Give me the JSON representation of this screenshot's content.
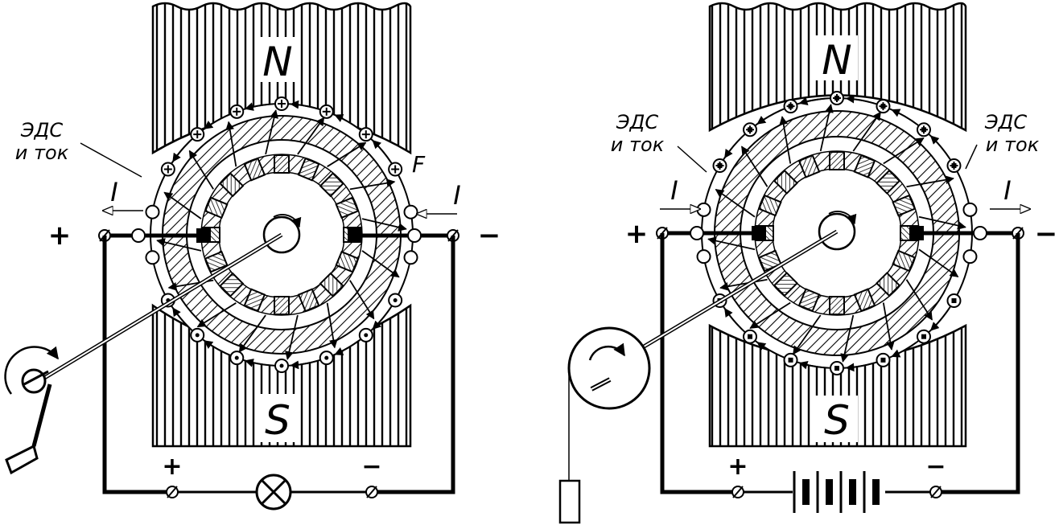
{
  "left_panel": {
    "pole_north": "N",
    "pole_south": "S",
    "emf_label_line1": "ЭДС",
    "emf_label_line2": "и ток",
    "force_label": "F",
    "current_left": "I",
    "current_right": "I",
    "terminal_plus": "+",
    "terminal_minus": "−",
    "load_plus": "+",
    "load_minus": "−"
  },
  "right_panel": {
    "pole_north": "N",
    "pole_south": "S",
    "emf_left_line1": "ЭДС",
    "emf_left_line2": "и ток",
    "emf_right_line1": "ЭДС",
    "emf_right_line2": "и ток",
    "current_left": "I",
    "current_right": "I",
    "terminal_plus": "+",
    "terminal_minus": "−",
    "battery_plus": "+",
    "battery_minus": "−"
  }
}
